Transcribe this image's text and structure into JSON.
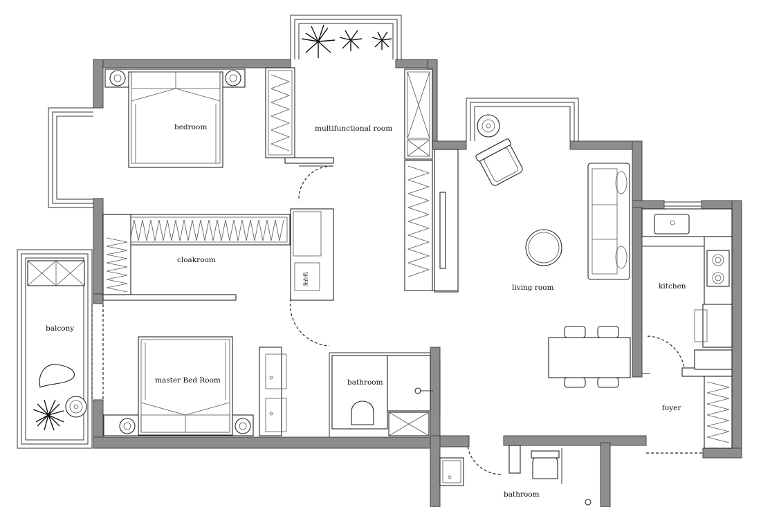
{
  "rooms": {
    "bedroom": "bedroom",
    "multifunctional": "multifunctional room",
    "cloakroom": "cloakroom",
    "balcony": "balcony",
    "master_bedroom": "master Bed Room",
    "bathroom_center": "bathroom",
    "bathroom_bottom": "bathroom",
    "living_room": "living room",
    "kitchen": "kitchen",
    "foyer": "foyer"
  },
  "appliance_labels": {
    "washing_machine": "洗衣机"
  }
}
